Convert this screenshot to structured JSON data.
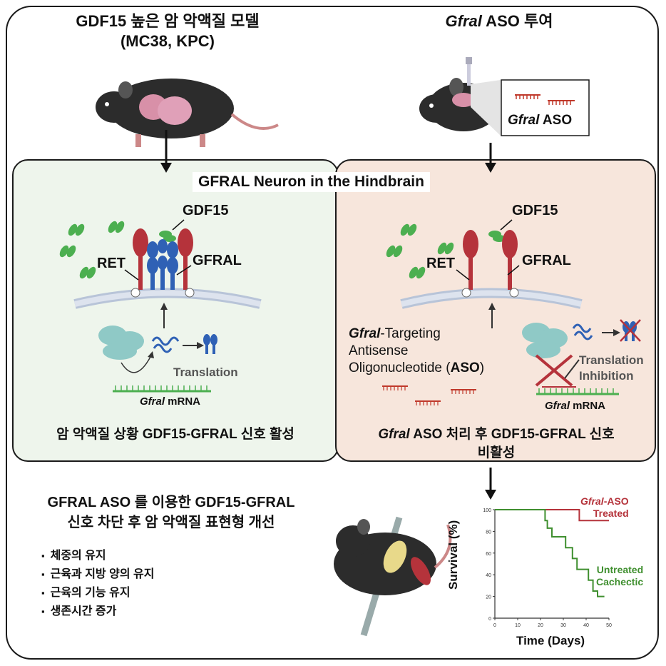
{
  "top_left": {
    "title": "GDF15 높은 암 악액질 모델",
    "subtitle": "(MC38, KPC)"
  },
  "top_right": {
    "title_italic": "Gfral",
    "title_rest": " ASO 투여",
    "inset_italic": "Gfral",
    "inset_rest": " ASO"
  },
  "banner": "GFRAL Neuron in the Hindbrain",
  "left_panel": {
    "gdf15": "GDF15",
    "ret": "RET",
    "gfral": "GFRAL",
    "translation": "Translation",
    "mrna_italic": "Gfral",
    "mrna_rest": " mRNA",
    "caption": "암 악액질 상황 GDF15-GFRAL 신호 활성"
  },
  "right_panel": {
    "gdf15": "GDF15",
    "ret": "RET",
    "gfral": "GFRAL",
    "aso_line1_italic": "Gfral",
    "aso_line1_rest": "-Targeting",
    "aso_line2": "Antisense",
    "aso_line3a": "Oligonucleotide (",
    "aso_line3b": "ASO",
    "aso_line3c": ")",
    "inhibition_line1": "Translation",
    "inhibition_line2": "Inhibition",
    "mrna_italic": "Gfral",
    "mrna_rest": " mRNA",
    "caption_italic": "Gfral",
    "caption_rest": " ASO 처리 후 GDF15-GFRAL 신호",
    "caption_line2": "비활성"
  },
  "outcome": {
    "line1": "GFRAL ASO 를 이용한 GDF15-GFRAL",
    "line2": "신호 차단 후 암 악액질 표현형 개선",
    "bullets": [
      "체중의 유지",
      "근육과 지방 양의 유지",
      "근육의 기능 유지",
      "생존시간 증가"
    ]
  },
  "chart_data": {
    "type": "line",
    "xlabel": "Time (Days)",
    "ylabel": "Survival (%)",
    "xlim": [
      0,
      50
    ],
    "ylim": [
      0,
      100
    ],
    "xticks": [
      0,
      10,
      20,
      30,
      40,
      50
    ],
    "yticks": [
      0,
      20,
      40,
      60,
      80,
      100
    ],
    "series": [
      {
        "name_italic": "Gfral",
        "name_rest": "-ASO",
        "name_line2": "Treated",
        "color": "#b5333b",
        "x": [
          0,
          37,
          37,
          50
        ],
        "y": [
          100,
          100,
          90,
          90
        ]
      },
      {
        "name_line1": "Untreated",
        "name_line2": "Cachectic",
        "color": "#3f8f2f",
        "x": [
          0,
          22,
          22,
          23,
          23,
          25,
          25,
          31,
          31,
          34,
          34,
          36,
          36,
          41,
          41,
          43,
          43,
          45,
          45,
          48
        ],
        "y": [
          100,
          100,
          90,
          90,
          83,
          83,
          75,
          75,
          65,
          65,
          55,
          55,
          45,
          45,
          35,
          35,
          25,
          25,
          20,
          20
        ]
      }
    ]
  },
  "colors": {
    "left_panel_bg": "#eef5ec",
    "right_panel_bg": "#f7e6dc",
    "red": "#b5333b",
    "green": "#3f8f2f",
    "blue": "#2f61b5"
  }
}
